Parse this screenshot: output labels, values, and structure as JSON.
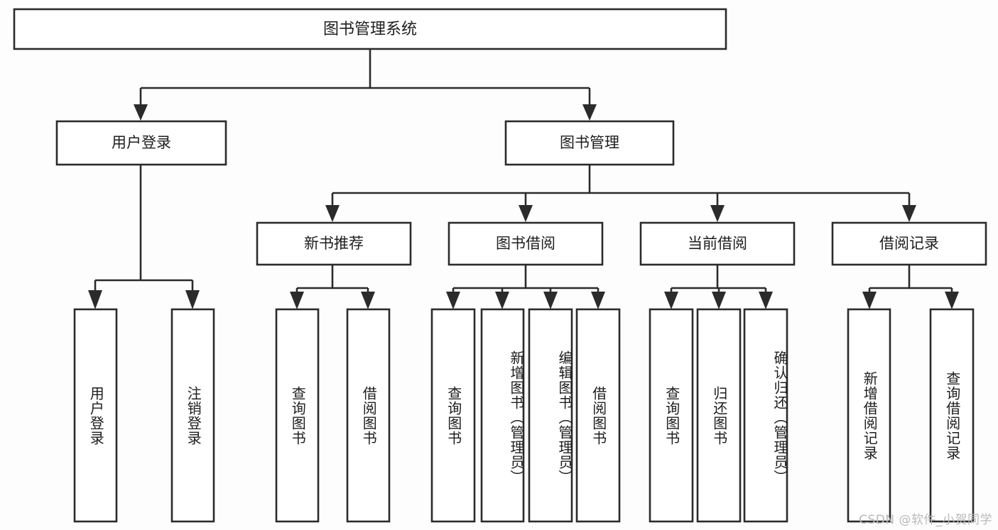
{
  "diagram": {
    "type": "tree",
    "title": "图书管理系统",
    "watermark": "CSDN @软件_小贺同学",
    "colors": {
      "background": "#fdfdfd",
      "box_fill": "#ffffff",
      "box_stroke": "#2b2b2b",
      "text": "#1d1d1d",
      "watermark": "#b9b9b9"
    }
  },
  "nodes": {
    "root": {
      "label": "图书管理系统"
    },
    "level2": [
      {
        "label": "用户登录"
      },
      {
        "label": "图书管理"
      }
    ],
    "level3": [
      {
        "label": "新书推荐"
      },
      {
        "label": "图书借阅"
      },
      {
        "label": "当前借阅"
      },
      {
        "label": "借阅记录"
      }
    ],
    "leaves": {
      "user_login": [
        {
          "label": "用户登录"
        },
        {
          "label": "注销登录"
        }
      ],
      "new_book": [
        {
          "label": "查询图书"
        },
        {
          "label": "借阅图书"
        }
      ],
      "book_borrow": [
        {
          "label": "查询图书"
        },
        {
          "label": "新增图书（管理员）"
        },
        {
          "label": "编辑图书（管理员）"
        },
        {
          "label": "借阅图书"
        }
      ],
      "current_borrow": [
        {
          "label": "查询图书"
        },
        {
          "label": "归还图书"
        },
        {
          "label": "确认归还（管理员）"
        }
      ],
      "borrow_record": [
        {
          "label": "新增借阅记录"
        },
        {
          "label": "查询借阅记录"
        }
      ]
    }
  }
}
